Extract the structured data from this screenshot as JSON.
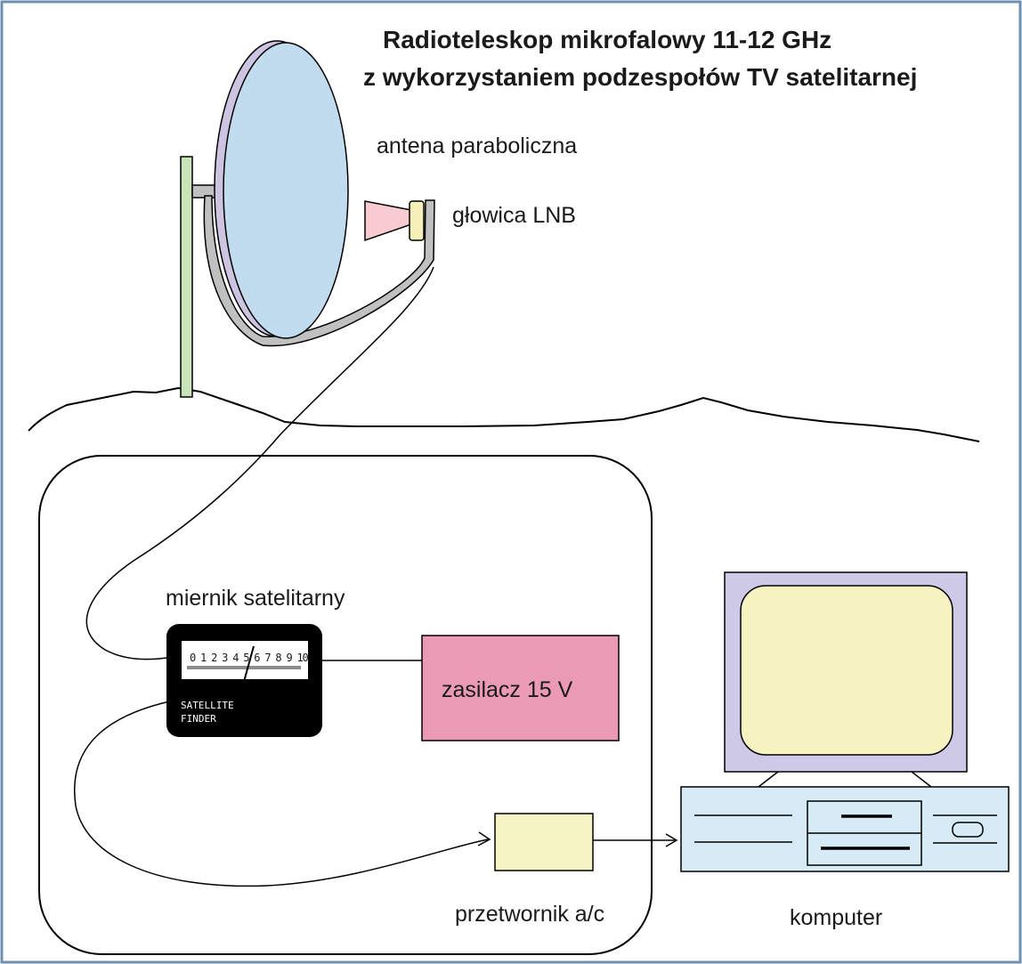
{
  "title": {
    "line1": "Radioteleskop mikrofalowy 11-12 GHz",
    "line2": "z wykorzystaniem podzespołów TV satelitarnej"
  },
  "labels": {
    "antenna": "antena paraboliczna",
    "lnb": "głowica LNB",
    "meter": "miernik satelitarny",
    "power_supply": "zasilacz 15 V",
    "adc": "przetwornik a/c",
    "computer": "komputer"
  },
  "meter": {
    "scale": "0 1 2 3 4 5 6 7 8 9 10",
    "brand_line1": "SATELLITE",
    "brand_line2": "FINDER"
  },
  "colors": {
    "dish_face": "#c2dcef",
    "dish_rim": "#cdc4e2",
    "mast": "#c9e4b8",
    "feed": "#f7cbcf",
    "lnb": "#f4f0b8",
    "support_arm": "#c0c0c0",
    "power_supply": "#ea9ab4",
    "adc": "#f6f4c4",
    "monitor_frame": "#cfc9e8",
    "monitor_screen": "#f6f3c0",
    "computer_case": "#d6ebf6",
    "meter_body": "#000000",
    "frame_border": "#6f8fb0"
  }
}
